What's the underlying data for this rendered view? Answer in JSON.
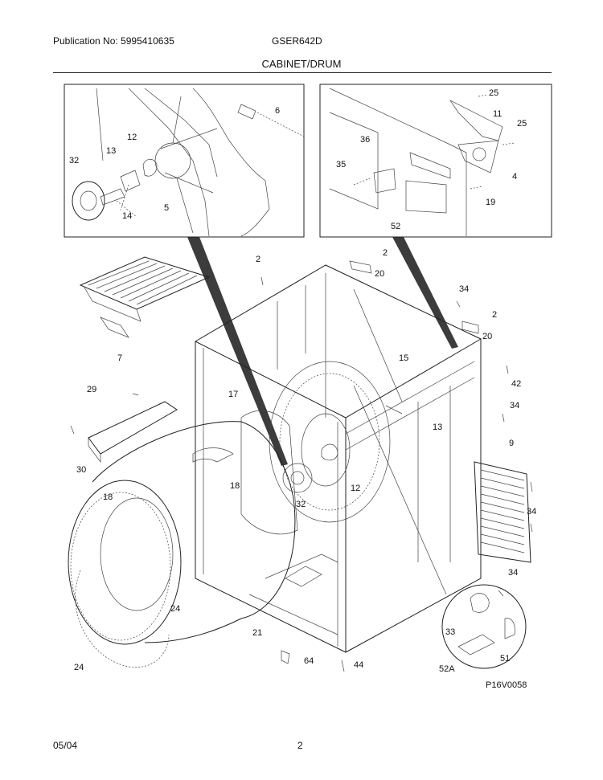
{
  "header": {
    "publication": "Publication No: 5995410635",
    "model": "GSER642D",
    "title": "CABINET/DRUM"
  },
  "footer": {
    "date": "05/04",
    "page": "2"
  },
  "diagram_code": "P16V0058",
  "callouts": {
    "c6": "6",
    "c12a": "12",
    "c13a": "13",
    "c32a": "32",
    "c14": "14",
    "c5": "5",
    "c25a": "25",
    "c11": "11",
    "c25b": "25",
    "c36": "36",
    "c35": "35",
    "c4": "4",
    "c19": "19",
    "c52": "52",
    "c2a": "2",
    "c2b": "2",
    "c20a": "20",
    "c34a": "34",
    "c2c": "2",
    "c20b": "20",
    "c7": "7",
    "c15": "15",
    "c42": "42",
    "c29": "29",
    "c17": "17",
    "c34b": "34",
    "c13b": "13",
    "c30": "30",
    "c9": "9",
    "c18a": "18",
    "c12b": "12",
    "c32b": "32",
    "c18b": "18",
    "c34c": "34",
    "c24a": "24",
    "c21": "21",
    "c34d": "34",
    "c33": "33",
    "c24b": "24",
    "c64": "64",
    "c44": "44",
    "c51": "51",
    "c52a": "52A"
  }
}
